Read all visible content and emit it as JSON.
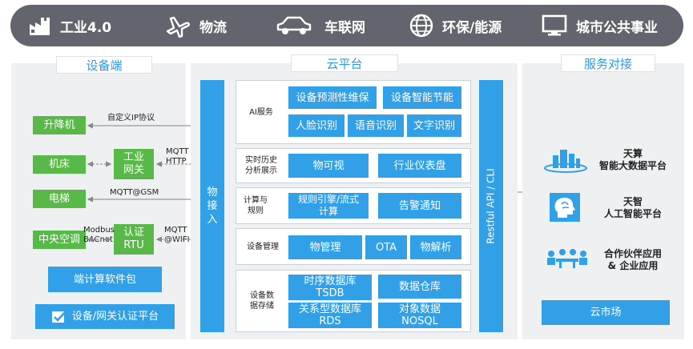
{
  "banner": {
    "items": [
      {
        "label": "工业4.0",
        "icon": "factory-icon"
      },
      {
        "label": "物流",
        "icon": "airplane-icon"
      },
      {
        "label": "车联网",
        "icon": "car-icon"
      },
      {
        "label": "环保/能源",
        "icon": "globe-icon"
      },
      {
        "label": "城市公共事业",
        "icon": "monitor-icon"
      }
    ]
  },
  "device": {
    "title": "设备端",
    "devices": [
      "升降机",
      "机床",
      "电梯",
      "中央空调"
    ],
    "gateways": {
      "industrial": "工业\n网关",
      "rtu": "认证\nRTU"
    },
    "protocols": {
      "custom_ip": "自定义IP协议",
      "mqtt_http": "MQTT\nHTTP",
      "mqtt_gsm": "MQTT@GSM",
      "modbus_bacnet": "Modbus\nBACnet",
      "mqtt_wifi": "MQTT\n@WIFI"
    },
    "edge_sdk": "端计算软件包",
    "cert_platform": "设备/网关认证平台"
  },
  "cloud": {
    "title": "云平台",
    "access": "物\n接\n入",
    "api": "Restful API / CLI",
    "sections": [
      {
        "label": "AI服务",
        "boxes": [
          "设备预测性维保",
          "设备智能节能",
          "人脸识别",
          "语音识别",
          "文字识别"
        ]
      },
      {
        "label": "实时历史\n分析展示",
        "boxes": [
          "物可视",
          "行业仪表盘"
        ]
      },
      {
        "label": "计算与\n规则",
        "boxes": [
          "规则引擎/流式\n计算",
          "告警通知"
        ]
      },
      {
        "label": "设备管理",
        "boxes": [
          "物管理",
          "OTA",
          "物解析"
        ]
      },
      {
        "label": "设备数\n据存储",
        "boxes": [
          "时序数据库\nTSDB",
          "数据仓库",
          "关系型数据库\nRDS",
          "对象数据\nNOSQL"
        ]
      }
    ]
  },
  "service": {
    "title": "服务对接",
    "items": [
      {
        "label": "天算\n智能大数据平台",
        "icon": "building-icon"
      },
      {
        "label": "天智\n人工智能平台",
        "icon": "brain-icon"
      },
      {
        "label": "合作伙伴应用\n& 企业应用",
        "icon": "meeting-icon"
      }
    ],
    "market": "云市场"
  },
  "colors": {
    "green": "#58b848",
    "blue": "#31a0e6",
    "banner": "#62656d",
    "title": "#2f9ae0"
  }
}
